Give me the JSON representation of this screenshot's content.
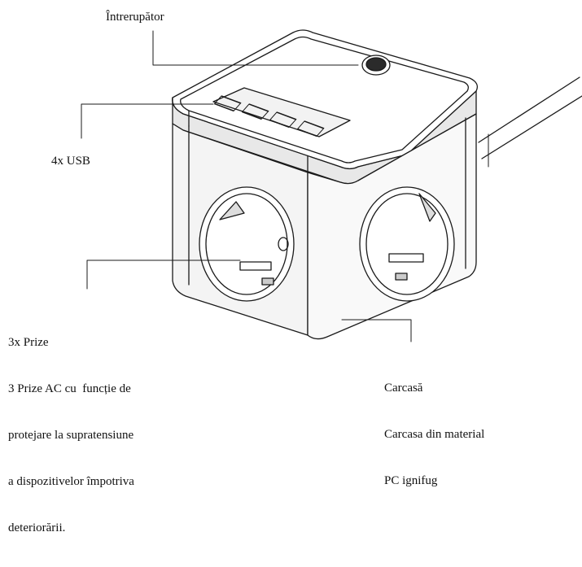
{
  "labels": {
    "switch": {
      "title": "Întrerupător"
    },
    "usb": {
      "title": "4x USB"
    },
    "sockets": {
      "title": "3x Prize",
      "lines": [
        "3 Prize AC cu  funcție de",
        "protejare la supratensiune",
        "a dispozitivelor împotriva",
        "deteriorării."
      ]
    },
    "housing": {
      "title": "Carcasă",
      "lines": [
        "Carcasa din material",
        "PC ignifug"
      ]
    }
  },
  "colors": {
    "line": "#1a1a1a",
    "switch_fill": "#2b2b2b"
  },
  "icons": {
    "switch": "power-button-icon",
    "usb": "usb-port-icon",
    "socket": "schuko-socket-icon"
  }
}
